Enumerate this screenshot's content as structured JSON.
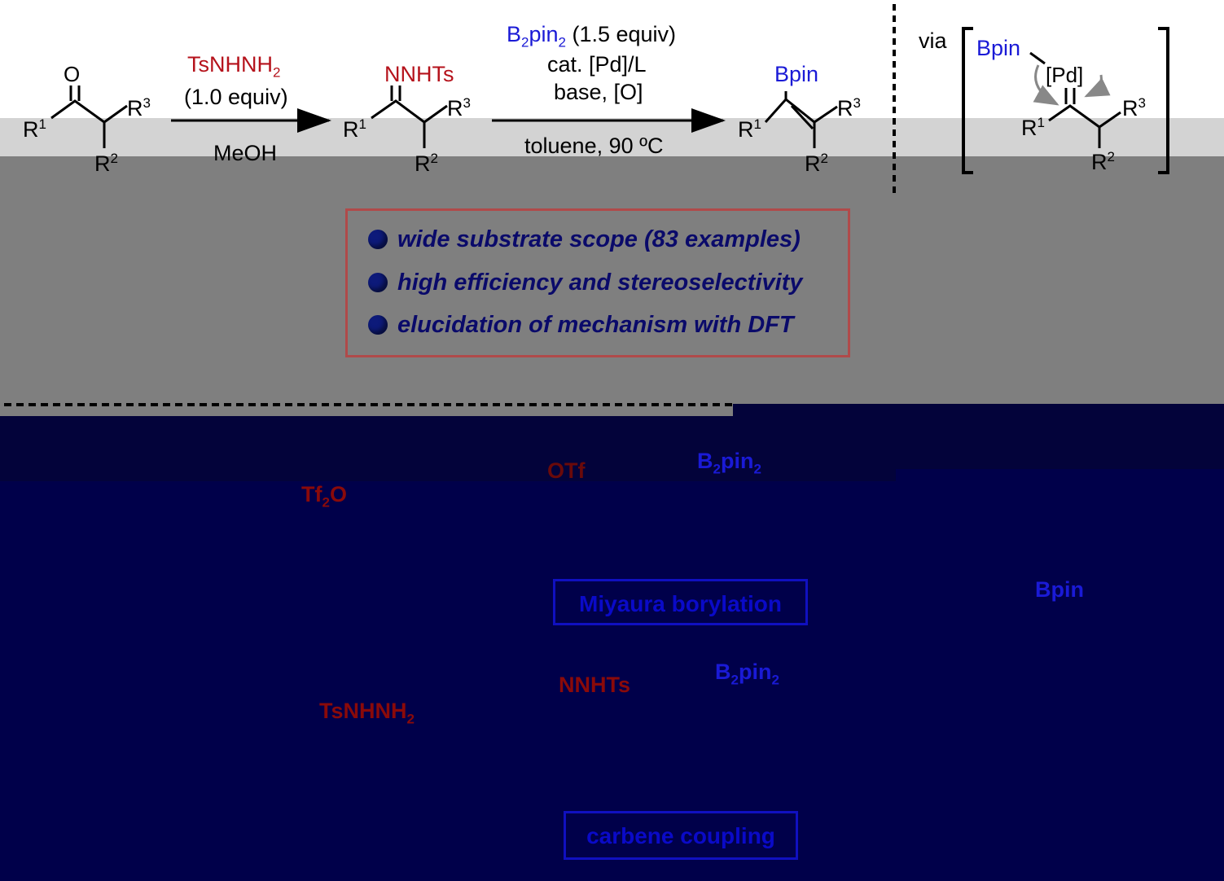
{
  "colors": {
    "reagent_red": "#b5121b",
    "reagent_blue": "#1a1ad6",
    "feature_text": "#0a0a6a",
    "box_border": "#b04a4a",
    "lower_red": "#8a0a0a",
    "lower_blue": "#1a1ad6"
  },
  "scheme": {
    "ketone": {
      "o": "O",
      "r1": "R",
      "r1_sup": "1",
      "r2": "R",
      "r2_sup": "2",
      "r3": "R",
      "r3_sup": "3"
    },
    "step1": {
      "reagent": "TsNHNH",
      "reagent_sub": "2",
      "equiv": "(1.0 equiv)",
      "solvent": "MeOH"
    },
    "hydrazone": {
      "group": "NNHTs",
      "r1": "R",
      "r1_sup": "1",
      "r2": "R",
      "r2_sup": "2",
      "r3": "R",
      "r3_sup": "3"
    },
    "step2": {
      "b": "B",
      "b_sub": "2",
      "pin": "pin",
      "pin_sub": "2",
      "equiv": " (1.5 equiv)",
      "cat": "cat. [Pd]/L",
      "base": "base, [O]",
      "conditions": "toluene, 90 ºC"
    },
    "product": {
      "group": "Bpin",
      "r1": "R",
      "r1_sup": "1",
      "r2": "R",
      "r2_sup": "2",
      "r3": "R",
      "r3_sup": "3"
    },
    "intermediate": {
      "via": "via",
      "bpin": "Bpin",
      "pd": "[Pd]",
      "r1": "R",
      "r1_sup": "1",
      "r2": "R",
      "r2_sup": "2",
      "r3": "R",
      "r3_sup": "3"
    }
  },
  "features": [
    "wide substrate scope (83 examples)",
    "high efficiency and stereoselectivity",
    "elucidation of mechanism with DFT"
  ],
  "lower": {
    "otf": "OTf",
    "b2pin2_top": {
      "b": "B",
      "b_sub": "2",
      "pin": "pin",
      "pin_sub": "2"
    },
    "tf2o": {
      "a": "Tf",
      "sub": "2",
      "b": "O"
    },
    "miyaura": "Miyaura borylation",
    "bpin": "Bpin",
    "nnhts": "NNHTs",
    "b2pin2_bottom": {
      "b": "B",
      "b_sub": "2",
      "pin": "pin",
      "pin_sub": "2"
    },
    "tsnhnh2": {
      "a": "TsNHNH",
      "sub": "2"
    },
    "carbene": "carbene coupling"
  }
}
